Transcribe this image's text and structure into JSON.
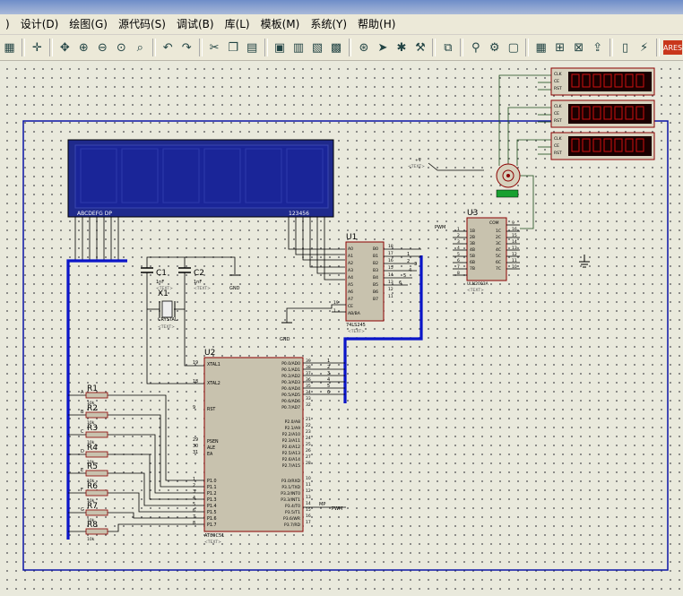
{
  "menubar": {
    "items": [
      "设计(D)",
      "绘图(G)",
      "源代码(S)",
      "调试(B)",
      "库(L)",
      "模板(M)",
      "系统(Y)",
      "帮助(H)"
    ]
  },
  "schematic": {
    "lcd_pins": "ABCDEFG  DP",
    "lcd_digits": "123456",
    "u1": {
      "ref": "U1",
      "part": "74LS245",
      "pins_a": [
        "A0",
        "A1",
        "A2",
        "A3",
        "A4",
        "A5",
        "A6",
        "A7"
      ],
      "pins_b": [
        "B0",
        "B1",
        "B2",
        "B3",
        "B4",
        "B5",
        "B6",
        "B7"
      ],
      "ce": "CE",
      "ab": "AB/BA",
      "pin_nums_left": [
        "2",
        "3",
        "4",
        "5",
        "6",
        "7",
        "8",
        "9",
        "19",
        "1"
      ],
      "pin_nums_right": [
        "18",
        "17",
        "16",
        "15",
        "14",
        "13",
        "12",
        "11"
      ]
    },
    "c1": {
      "ref": "C1",
      "value": "1nF"
    },
    "c2": {
      "ref": "C2",
      "value": "1nF"
    },
    "x1": {
      "ref": "X1",
      "part": "CRYSTAL"
    },
    "gnd": "GND",
    "text_placeholder": "<TEXT>",
    "u2": {
      "ref": "U2",
      "part": "AT89C51",
      "left_pins": [
        "XTAL1",
        "XTAL2",
        "RST",
        "PSEN",
        "ALE",
        "EA",
        "P1.0",
        "P1.1",
        "P1.2",
        "P1.3",
        "P1.4",
        "P1.5",
        "P1.6",
        "P1.7"
      ],
      "left_nums": [
        "19",
        "18",
        "9",
        "29",
        "30",
        "31",
        "1",
        "2",
        "3",
        "4",
        "5",
        "6",
        "7",
        "8"
      ],
      "right_pins": [
        "P0.0/AD0",
        "P0.1/AD1",
        "P0.2/AD2",
        "P0.3/AD3",
        "P0.4/AD4",
        "P0.5/AD5",
        "P0.6/AD6",
        "P0.7/AD7",
        "P2.0/A8",
        "P2.1/A9",
        "P2.2/A10",
        "P2.3/A11",
        "P2.4/A12",
        "P2.5/A13",
        "P2.6/A14",
        "P2.7/A15",
        "P3.0/RXD",
        "P3.1/TXD",
        "P3.2/INT0",
        "P3.3/INT1",
        "P3.4/T0",
        "P3.5/T1",
        "P3.6/WR",
        "P3.7/RD"
      ],
      "right_nums": [
        "39",
        "38",
        "37",
        "36",
        "35",
        "34",
        "33",
        "32",
        "21",
        "22",
        "23",
        "24",
        "25",
        "26",
        "27",
        "28",
        "10",
        "11",
        "12",
        "13",
        "14",
        "15",
        "16",
        "17"
      ]
    },
    "resistors": [
      {
        "ref": "R1",
        "value": "10k",
        "label": "A"
      },
      {
        "ref": "R2",
        "value": "10k",
        "label": "B"
      },
      {
        "ref": "R3",
        "value": "10k",
        "label": "C"
      },
      {
        "ref": "R4",
        "value": "10k",
        "label": "D"
      },
      {
        "ref": "R5",
        "value": "10k",
        "label": "E"
      },
      {
        "ref": "R6",
        "value": "10k",
        "label": "F"
      },
      {
        "ref": "R7",
        "value": "10k",
        "label": "G"
      },
      {
        "ref": "R8",
        "value": "10k",
        "label": ""
      }
    ],
    "u3": {
      "ref": "U3",
      "part": "ULN2003A",
      "com": "COM",
      "in": [
        "1B",
        "2B",
        "3B",
        "4B",
        "5B",
        "6B",
        "7B"
      ],
      "out": [
        "1C",
        "2C",
        "3C",
        "4C",
        "5C",
        "6C",
        "7C"
      ],
      "in_nums": [
        "1",
        "2",
        "3",
        "4",
        "5",
        "6",
        "7"
      ],
      "out_nums": [
        "16",
        "15",
        "14",
        "13",
        "12",
        "11",
        "10"
      ],
      "com_num": "9",
      "gnd_num": "8"
    },
    "pwm": "PWM",
    "mp": "MP",
    "counter": {
      "clk": "CLK",
      "ce": "CE",
      "rst": "RST"
    },
    "vplus": "+V",
    "bus_nums": [
      "1",
      "2",
      "3",
      "4",
      "5",
      "6"
    ]
  }
}
